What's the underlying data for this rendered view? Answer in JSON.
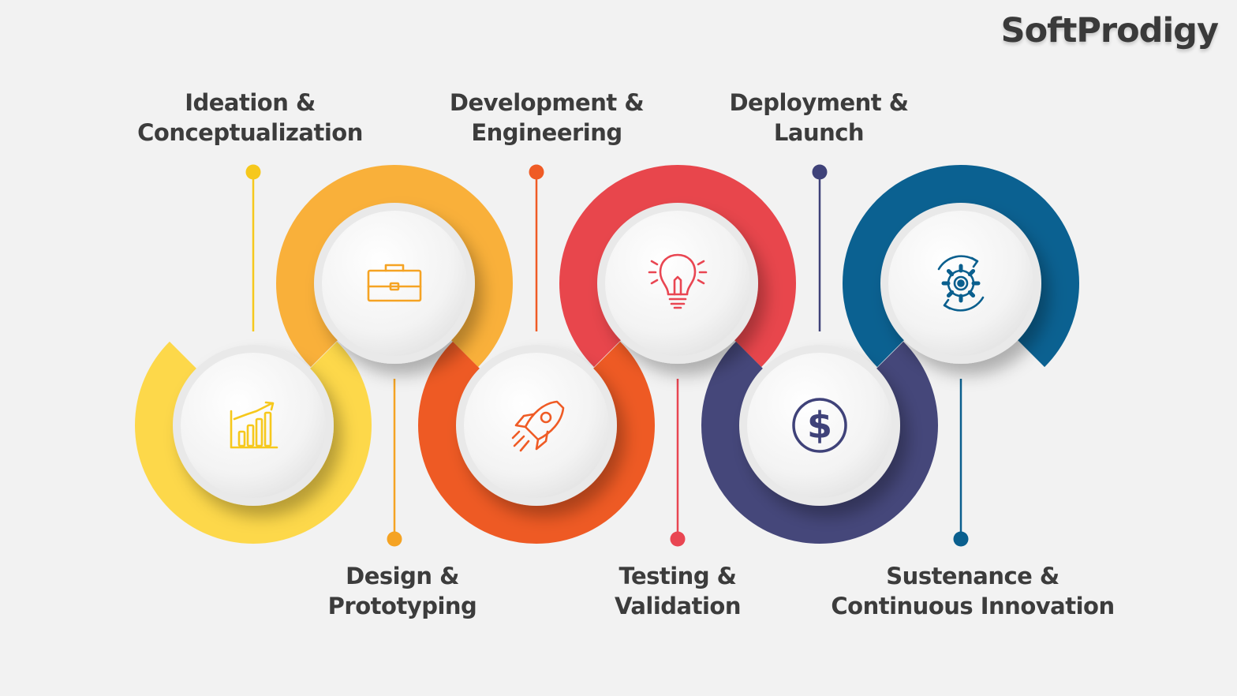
{
  "brand": {
    "logo_text": "SoftProdigy"
  },
  "stages": [
    {
      "label": "Ideation &\nConceptualization",
      "color": "#FDD84A",
      "accent": "#F6C81C",
      "icon": "growth-chart-icon"
    },
    {
      "label": "Design &\nPrototyping",
      "color": "#F9B03A",
      "accent": "#F5A323",
      "icon": "briefcase-icon"
    },
    {
      "label": "Development &\nEngineering",
      "color": "#EE5A24",
      "accent": "#EF5B25",
      "icon": "rocket-icon"
    },
    {
      "label": "Testing &\nValidation",
      "color": "#E8464C",
      "accent": "#E94652",
      "icon": "lightbulb-icon"
    },
    {
      "label": "Deployment &\nLaunch",
      "color": "#45477A",
      "accent": "#3F4279",
      "icon": "dollar-coin-icon"
    },
    {
      "label": "Sustenance &\nContinuous Innovation",
      "color": "#0B6191",
      "accent": "#0A5F8E",
      "icon": "gear-cycle-icon"
    }
  ]
}
